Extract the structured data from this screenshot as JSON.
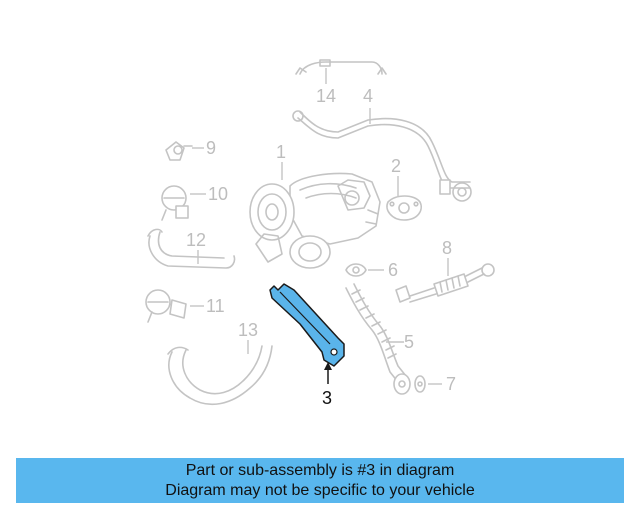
{
  "callouts": {
    "c1": "1",
    "c2": "2",
    "c3": "3",
    "c4": "4",
    "c5": "5",
    "c6": "6",
    "c7": "7",
    "c8": "8",
    "c9": "9",
    "c10": "10",
    "c11": "11",
    "c12": "12",
    "c13": "13",
    "c14": "14"
  },
  "highlight_color": "#5ab4ea",
  "banner": {
    "line1": "Part or sub-assembly is #3 in diagram",
    "line2": "Diagram may not be specific to your vehicle",
    "color": "#59b7ee"
  }
}
